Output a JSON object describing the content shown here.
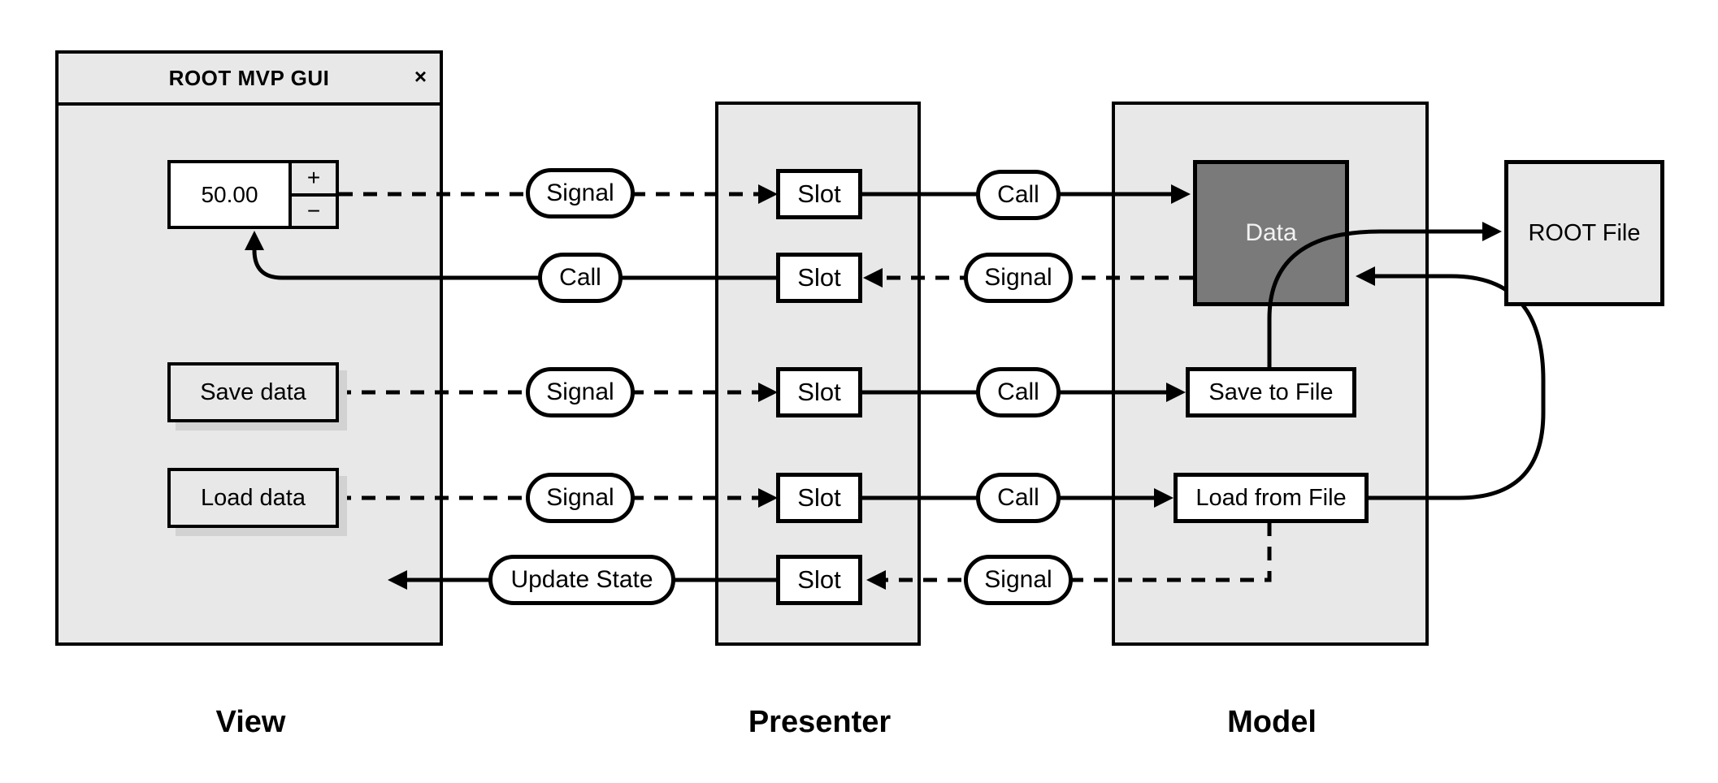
{
  "title_bar": {
    "title": "ROOT MVP GUI",
    "close_icon": "×"
  },
  "view": {
    "spinner_value": "50.00",
    "increment": "+",
    "decrement": "−",
    "save_button": "Save data",
    "load_button": "Load data",
    "label": "View"
  },
  "presenter": {
    "label": "Presenter",
    "slots": [
      "Slot",
      "Slot",
      "Slot",
      "Slot",
      "Slot"
    ]
  },
  "model": {
    "label": "Model",
    "data_node": "Data",
    "save_to_file_node": "Save to File",
    "load_from_file_node": "Load from File"
  },
  "root_file": {
    "label": "ROOT File"
  },
  "connectors": {
    "row1": {
      "left": "Signal",
      "right": "Call"
    },
    "row2": {
      "left": "Call",
      "right": "Signal"
    },
    "row3": {
      "left": "Signal",
      "right": "Call"
    },
    "row4": {
      "left": "Signal",
      "right": "Call"
    },
    "row5": {
      "left": "Update State",
      "right": "Signal"
    }
  },
  "colors": {
    "outline": "#000000",
    "panel_fill": "#e8e8e8",
    "node_fill": "#ffffff",
    "data_fill": "#7a7a7a",
    "data_text": "#f2f2f2",
    "button_shadow": "#d2d2d2"
  }
}
